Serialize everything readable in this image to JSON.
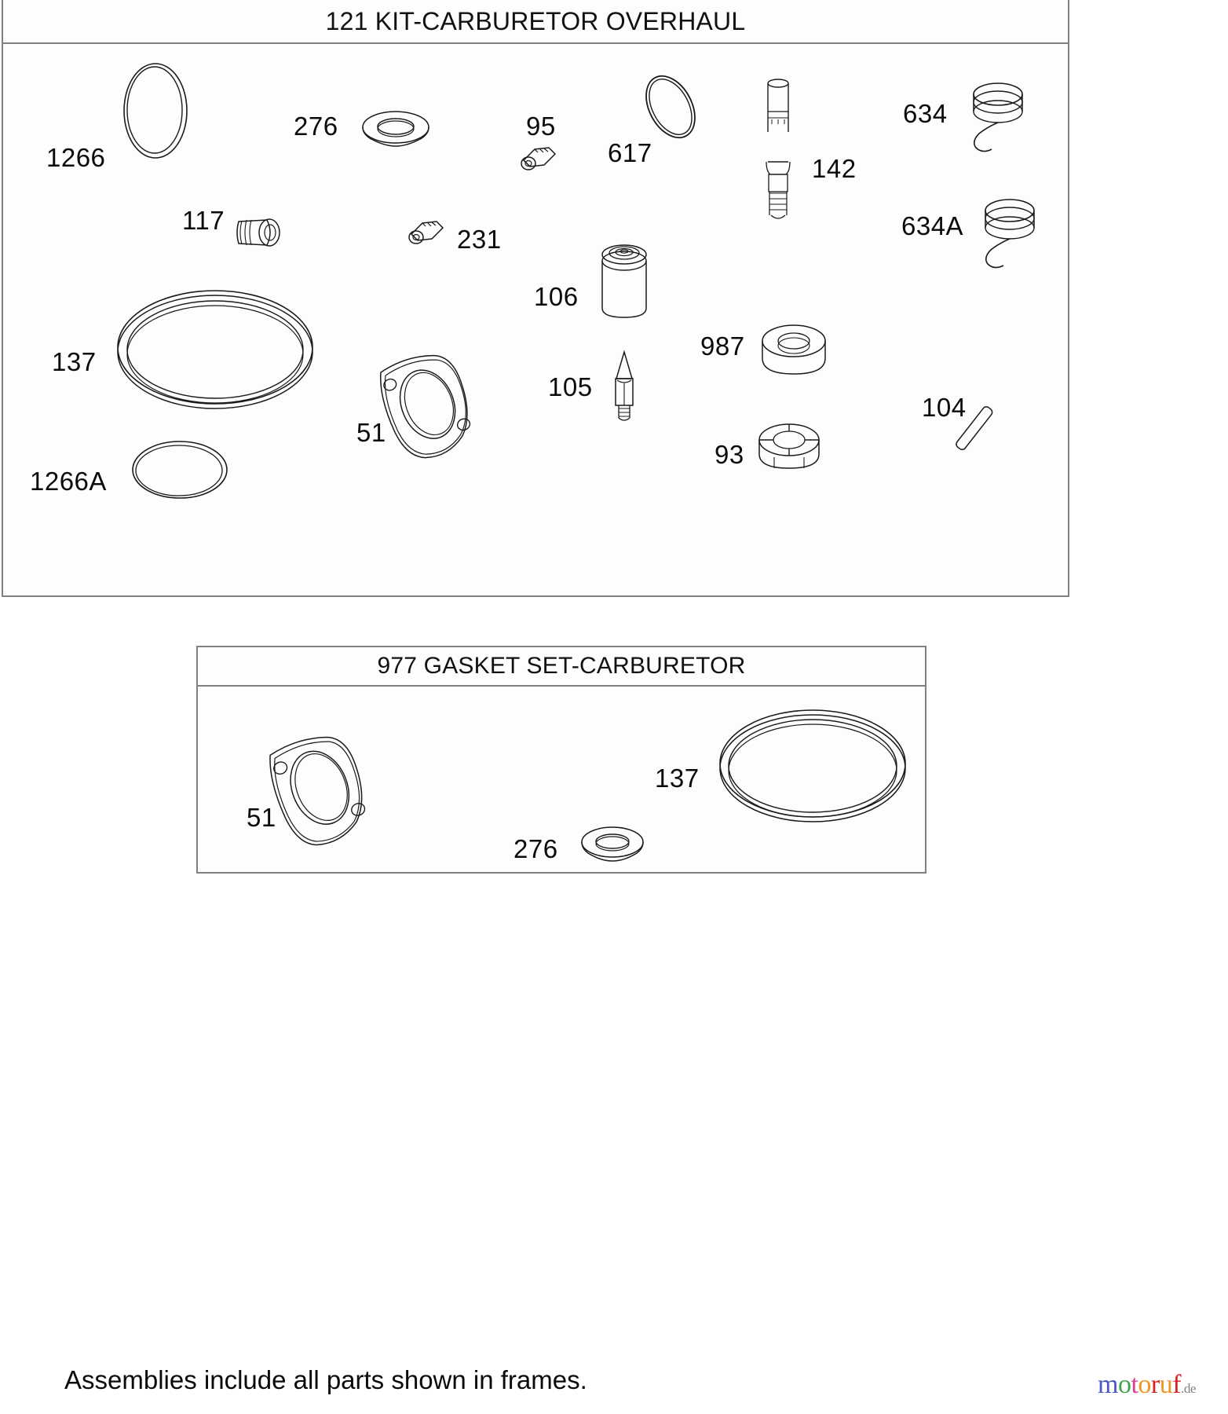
{
  "frames": [
    {
      "id": "overhaul",
      "title": "121 KIT-CARBURETOR OVERHAUL",
      "parts": [
        {
          "ref": "1266",
          "name": "o-ring-tall-oval"
        },
        {
          "ref": "276",
          "name": "washer-seal"
        },
        {
          "ref": "95",
          "name": "screw-small"
        },
        {
          "ref": "617",
          "name": "o-ring-angled"
        },
        {
          "ref": "142",
          "name": "jet-needle-valve"
        },
        {
          "ref": "634",
          "name": "spring-coil"
        },
        {
          "ref": "117",
          "name": "plug-threaded"
        },
        {
          "ref": "231",
          "name": "screw-small"
        },
        {
          "ref": "634A",
          "name": "spring-coil"
        },
        {
          "ref": "137",
          "name": "gasket-ring-large"
        },
        {
          "ref": "106",
          "name": "float-bowl-cylinder"
        },
        {
          "ref": "987",
          "name": "seal-ring-thick"
        },
        {
          "ref": "105",
          "name": "inlet-needle"
        },
        {
          "ref": "104",
          "name": "pin-float-hinge"
        },
        {
          "ref": "51",
          "name": "gasket-flange"
        },
        {
          "ref": "93",
          "name": "seal-slotted"
        },
        {
          "ref": "1266A",
          "name": "o-ring-oval"
        }
      ]
    },
    {
      "id": "gasketset",
      "title": "977 GASKET SET-CARBURETOR",
      "parts": [
        {
          "ref": "51",
          "name": "gasket-flange"
        },
        {
          "ref": "276",
          "name": "washer-seal"
        },
        {
          "ref": "137",
          "name": "gasket-ring-large"
        }
      ]
    }
  ],
  "footer": {
    "note": "Assemblies include all parts shown in frames."
  },
  "watermark": {
    "letters": [
      {
        "char": "m",
        "color": "#4b57c4"
      },
      {
        "char": "o",
        "color": "#3aa84a"
      },
      {
        "char": "t",
        "color": "#e0408f"
      },
      {
        "char": "o",
        "color": "#f0961e"
      },
      {
        "char": "r",
        "color": "#e02020"
      },
      {
        "char": "u",
        "color": "#f0961e"
      },
      {
        "char": "f",
        "color": "#e02020"
      }
    ],
    "suffix": ".de"
  },
  "colors": {
    "frame_border": "#808080",
    "line": "#1a1a1a",
    "page_background": "#ffffff",
    "frame_background": "#fdfdfb"
  }
}
